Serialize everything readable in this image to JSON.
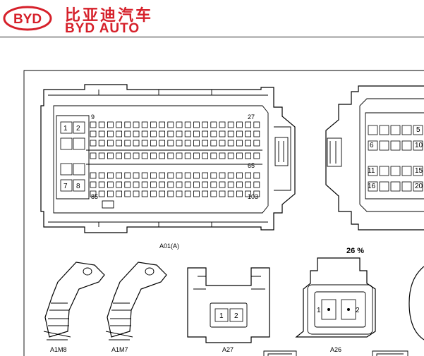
{
  "header": {
    "logo_text": "BYD",
    "brand_cn": "比亚迪汽车",
    "brand_en": "BYD AUTO"
  },
  "connector_a01": {
    "caption": "A01(A)",
    "left_block_pins": [
      "1",
      "2",
      "7",
      "8"
    ],
    "pin_labels": [
      "9",
      "27",
      "65",
      "85",
      "103"
    ]
  },
  "connector_right": {
    "pin_labels": [
      "5",
      "6",
      "10",
      "11",
      "15",
      "16",
      "20"
    ]
  },
  "terminals": {
    "a1m8": "A1M8",
    "a1m7": "A1M7"
  },
  "connector_a27": {
    "caption": "A27",
    "pins": [
      "1",
      "2"
    ]
  },
  "connector_a26": {
    "caption": "A26",
    "pins": [
      "1",
      "2"
    ],
    "zoom": "26 %"
  }
}
